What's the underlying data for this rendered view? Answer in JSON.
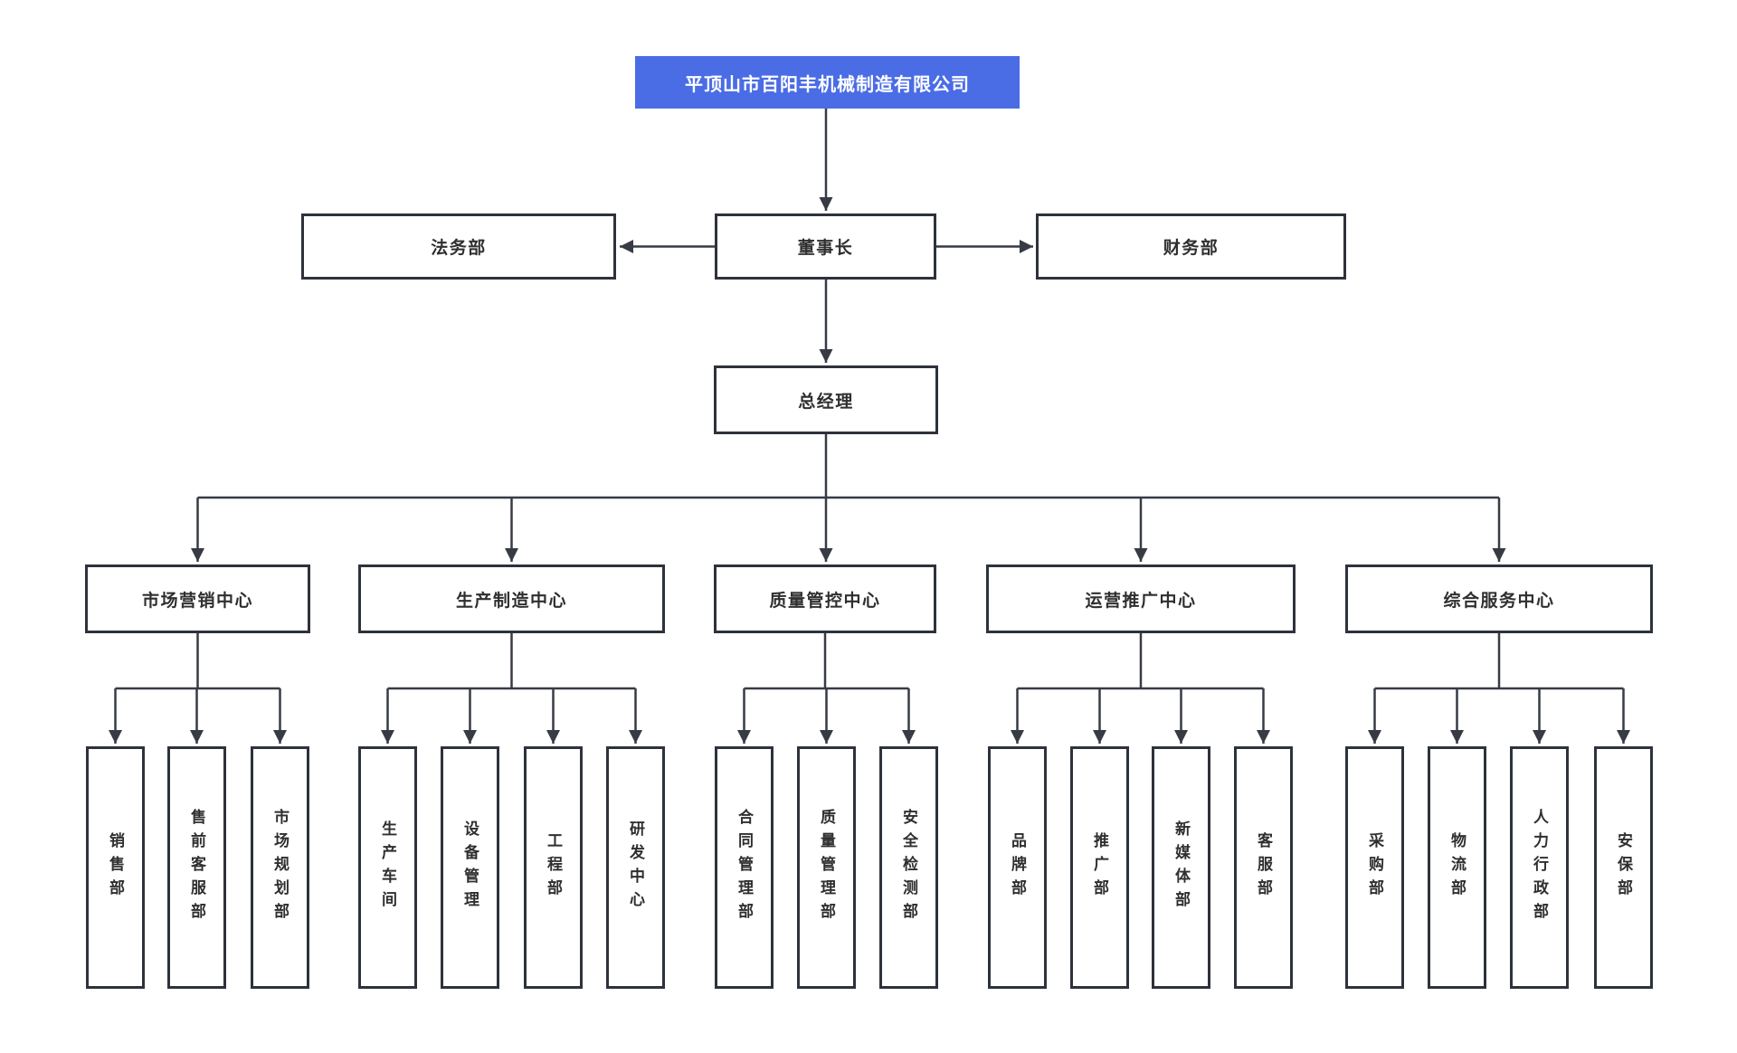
{
  "colors": {
    "root_fill": "#4a6ce5",
    "root_text": "#ffffff",
    "box_border": "#2d323c",
    "box_text": "#2f2f2f",
    "line": "#363b44"
  },
  "org": {
    "root": {
      "label": "平顶山市百阳丰机械制造有限公司"
    },
    "legal": {
      "label": "法务部"
    },
    "chairman": {
      "label": "董事长"
    },
    "finance": {
      "label": "财务部"
    },
    "gm": {
      "label": "总经理"
    },
    "centers": [
      {
        "label": "市场营销中心",
        "departments": [
          {
            "label": "销售部"
          },
          {
            "label": "售前客服部"
          },
          {
            "label": "市场规划部"
          }
        ]
      },
      {
        "label": "生产制造中心",
        "departments": [
          {
            "label": "生产车间"
          },
          {
            "label": "设备管理"
          },
          {
            "label": "工程部"
          },
          {
            "label": "研发中心"
          }
        ]
      },
      {
        "label": "质量管控中心",
        "departments": [
          {
            "label": "合同管理部"
          },
          {
            "label": "质量管理部"
          },
          {
            "label": "安全检测部"
          }
        ]
      },
      {
        "label": "运营推广中心",
        "departments": [
          {
            "label": "品牌部"
          },
          {
            "label": "推广部"
          },
          {
            "label": "新媒体部"
          },
          {
            "label": "客服部"
          }
        ]
      },
      {
        "label": "综合服务中心",
        "departments": [
          {
            "label": "采购部"
          },
          {
            "label": "物流部"
          },
          {
            "label": "人力行政部"
          },
          {
            "label": "安保部"
          }
        ]
      }
    ]
  }
}
